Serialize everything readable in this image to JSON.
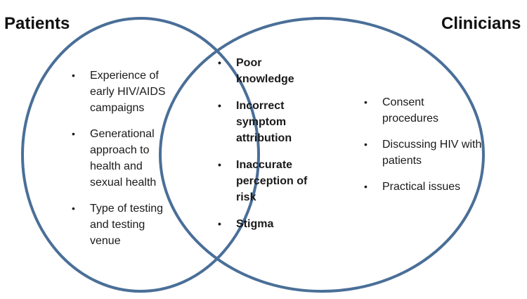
{
  "colors": {
    "circle_stroke": "#4a6f98"
  },
  "sets": {
    "patients": {
      "title": "Patients",
      "items": [
        "Experience of early HIV/AIDS campaigns",
        "Generational approach to health and sexual health",
        "Type of testing and testing venue"
      ]
    },
    "clinicians": {
      "title": "Clinicians",
      "items": [
        "Consent procedures",
        "Discussing HIV with patients",
        "Practical issues"
      ]
    },
    "shared": {
      "items": [
        "Poor knowledge",
        "Incorrect symptom attribution",
        "Inaccurate perception of risk",
        "Stigma"
      ]
    }
  }
}
